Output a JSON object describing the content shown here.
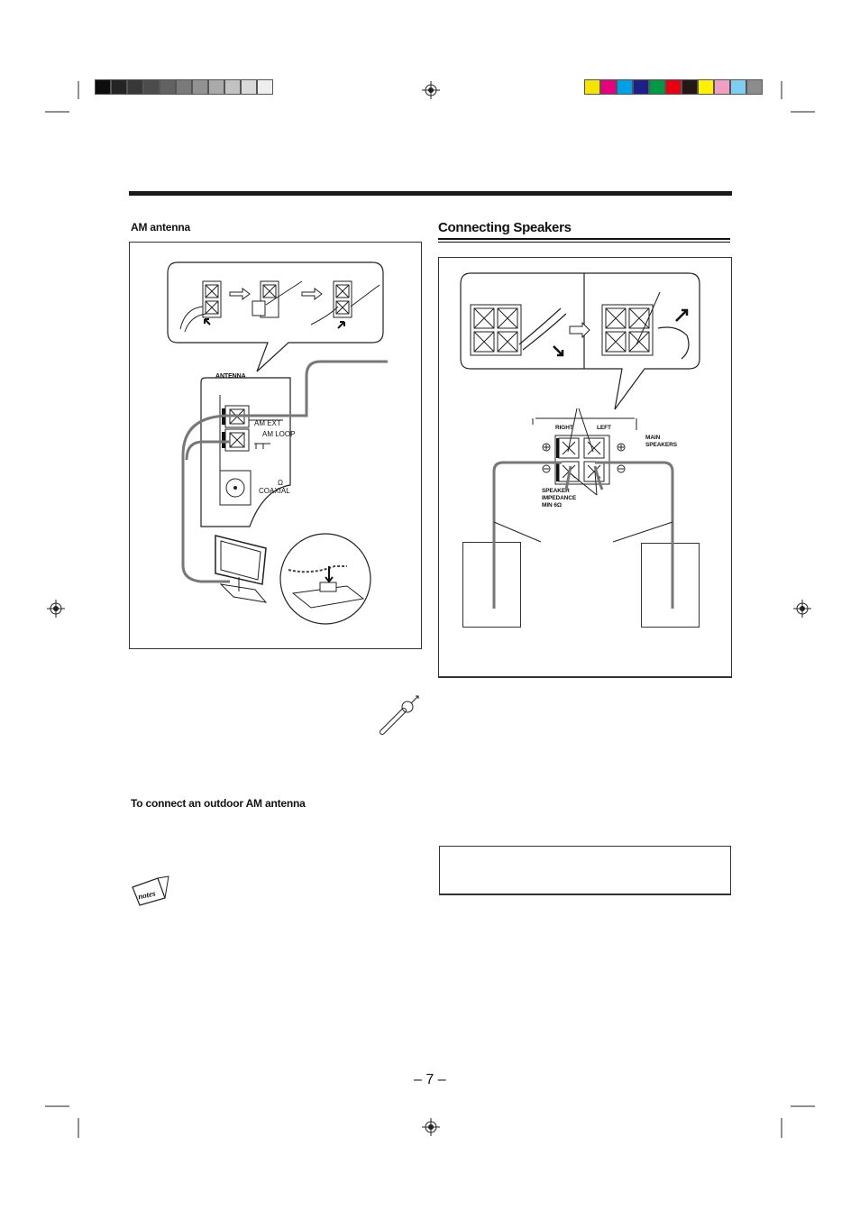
{
  "color_bar": {
    "gray_swatches": [
      "#0d0d0d",
      "#242424",
      "#383838",
      "#4c4c4c",
      "#626262",
      "#7a7a7a",
      "#929292",
      "#aaaaaa",
      "#c2c2c2",
      "#d9d9d9",
      "#eeeeee"
    ],
    "color_swatches": [
      "#f5e400",
      "#e4007f",
      "#00a0e9",
      "#1d2088",
      "#009944",
      "#e60012",
      "#231815",
      "#fff100",
      "#f19ec2",
      "#7ecef4",
      "#8c8c8c"
    ]
  },
  "am_section": {
    "heading": "AM antenna",
    "terminal_label": "ANTENNA",
    "am_ext": "AM EXT",
    "am_loop": "AM LOOP",
    "coaxial": "COAXIAL",
    "ohm": "Ω",
    "outdoor_heading": "To connect an outdoor AM antenna"
  },
  "speaker_section": {
    "heading": "Connecting Speakers",
    "right_label": "RIGHT",
    "left_label": "LEFT",
    "main_speakers": "MAIN SPEAKERS",
    "impedance": "SPEAKER IMPEDANCE MIN 6Ω"
  },
  "notes_icon": "notes-icon",
  "page_number": "– 7 –"
}
